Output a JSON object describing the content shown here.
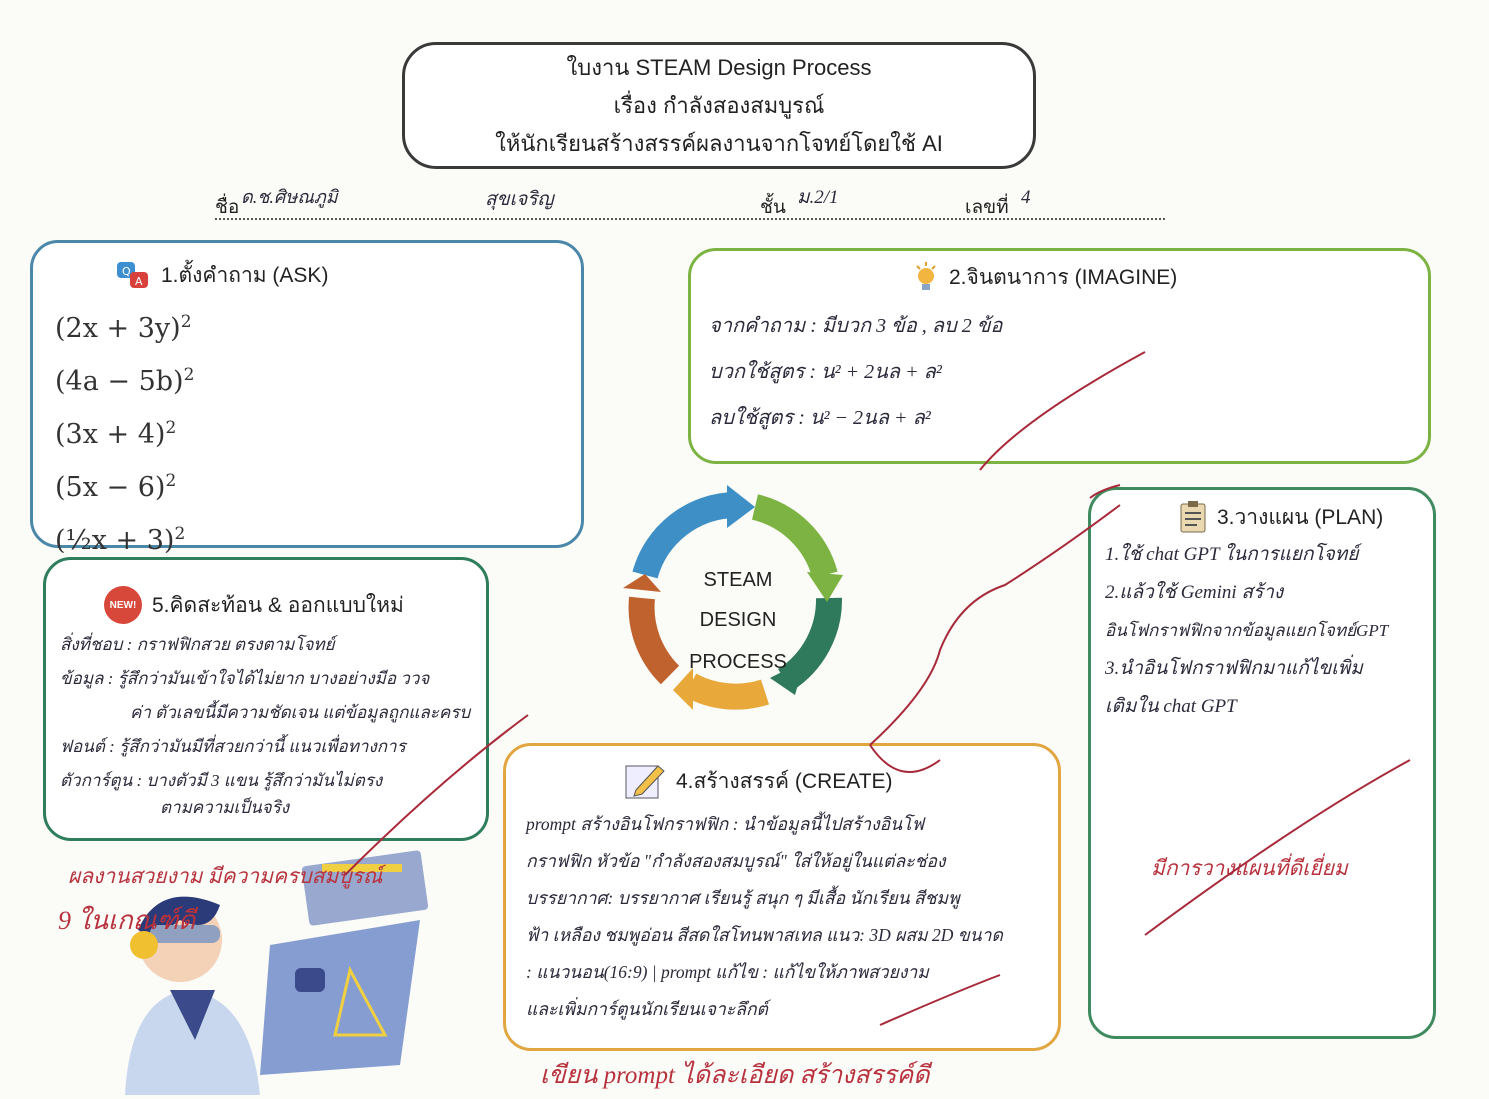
{
  "header": {
    "title_lines": [
      "ใบงาน STEAM Design Process",
      "เรื่อง กำลังสองสมบูรณ์",
      "ให้นักเรียนสร้างสรรค์ผลงานจากโจทย์โดยใช้ AI"
    ]
  },
  "student": {
    "name_label": "ชื่อ",
    "first_name": "ด.ช.ศิษณภูมิ",
    "last_name": "สุขเจริญ",
    "class_label": "ชั้น",
    "class_value": "ม.2/1",
    "number_label": "เลขที่",
    "number_value": "4"
  },
  "ask": {
    "heading": "1.ตั้งคำถาม (ASK)",
    "problems": [
      "(2x + 3y)",
      "(4a − 5b)",
      "(3x + 4)",
      "(5x − 6)",
      "(½x + 3)"
    ],
    "exponent": "2"
  },
  "imagine": {
    "heading": "2.จินตนาการ (IMAGINE)",
    "lines": [
      "จากคำถาม : มีบวก 3 ข้อ , ลบ 2 ข้อ",
      "บวกใช้สูตร : น² + 2นล + ล²",
      "ลบใช้สูตร : น² − 2นล + ล²"
    ]
  },
  "cycle": {
    "label_lines": [
      "STEAM",
      "DESIGN",
      "PROCESS"
    ],
    "colors": [
      "#3d8fc6",
      "#7cb342",
      "#2f7a5c",
      "#e8a93a",
      "#c0622e"
    ]
  },
  "plan": {
    "heading": "3.วางแผน (PLAN)",
    "lines": [
      "1.ใช้ chat GPT ในการแยกโจทย์",
      "2.แล้วใช้ Gemini สร้าง",
      "อินโฟกราฟฟิกจากข้อมูลแยกโจทย์GPT",
      "3.นำอินโฟกราฟฟิกมาแก้ไขเพิ่ม",
      "เติมใน chat GPT"
    ],
    "teacher_note": "มีการวางแผนที่ดีเยี่ยม"
  },
  "create": {
    "heading": "4.สร้างสรรค์ (CREATE)",
    "lines": [
      "prompt สร้างอินโฟกราฟฟิก : นำข้อมูลนี้ไปสร้างอินโฟ",
      "กราฟฟิก หัวข้อ \"กำลังสองสมบูรณ์\" ใส่ให้อยู่ในแต่ละช่อง",
      "บรรยากาศ: บรรยากาศ เรียนรู้ สนุก ๆ มีเสื้อ นักเรียน สีชมพู",
      "ฟ้า เหลือง ชมพูอ่อน สีสดใสโทนพาสเทล แนว: 3D ผสม 2D ขนาด",
      ": แนวนอน(16:9) | prompt แก้ไข : แก้ไขให้ภาพสวยงาม",
      "และเพิ่มการ์ตูนนักเรียนเจาะลึกต์"
    ],
    "teacher_note": "เขียน prompt ได้ละเอียด สร้างสรรค์ดี"
  },
  "reflect": {
    "badge": "NEW!",
    "heading": "5.คิดสะท้อน & ออกแบบใหม่",
    "lines": [
      "สิ่งที่ชอบ : กราฟฟิกสวย ตรงตามโจทย์",
      "ข้อมูล : รู้สึกว่ามันเข้าใจได้ไม่ยาก บางอย่างมีอ ววจ",
      "ค่า ตัวเลขนี้มีความชัดเจน แต่ข้อมูลถูกและครบ",
      "ฟอนต์ : รู้สึกว่ามันมีที่สวยกว่านี้ แนวเพื่อทางการ",
      "ตัวการ์ตูน : บางตัวมี 3 แขน รู้สึกว่ามันไม่ตรง",
      "ตามความเป็นจริง"
    ],
    "teacher_note_lines": [
      "ผลงานสวยงาม มีความครบสมบูรณ์",
      "9 ในเกณฑ์ดี"
    ]
  }
}
